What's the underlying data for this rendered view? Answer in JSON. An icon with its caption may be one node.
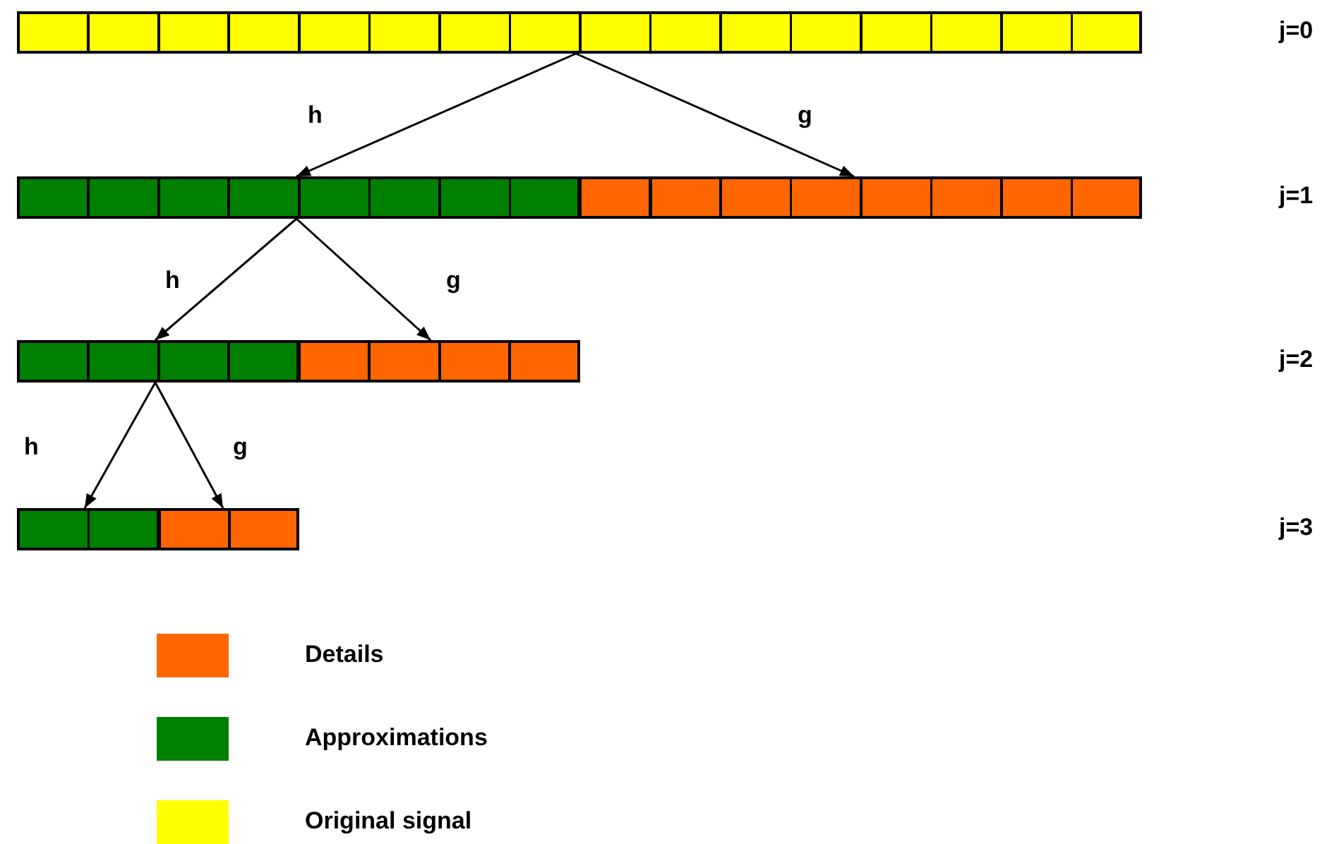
{
  "diagram": {
    "nodes": [
      {
        "text": [],
        "shape": "bar"
      },
      {
        "text": [],
        "shape": "bar"
      },
      {
        "text": [],
        "shape": "bar"
      },
      {
        "text": [],
        "shape": "bar"
      },
      {
        "text": [],
        "shape": "bar"
      },
      {
        "text": [],
        "shape": "bar"
      },
      {
        "text": [],
        "shape": "bar"
      }
    ],
    "edges": [
      {
        "from": 0,
        "to": 1,
        "arrow": "to",
        "label": "h"
      },
      {
        "from": 0,
        "to": 2,
        "arrow": "to",
        "label": "g"
      },
      {
        "from": 1,
        "to": 3,
        "arrow": "to",
        "label": "h"
      },
      {
        "from": 1,
        "to": 4,
        "arrow": "to",
        "label": "g"
      },
      {
        "from": 3,
        "to": 5,
        "arrow": "to",
        "label": "h"
      },
      {
        "from": 3,
        "to": 6,
        "arrow": "to",
        "label": "g"
      }
    ],
    "labels": [
      "j=0",
      "j=1",
      "j=2",
      "j=3"
    ],
    "legend": [
      {
        "text": "Details",
        "color": "#ff6600"
      },
      {
        "text": "Approximations",
        "color": "#008000"
      },
      {
        "text": "Original signal",
        "color": "#ffff00"
      }
    ]
  }
}
